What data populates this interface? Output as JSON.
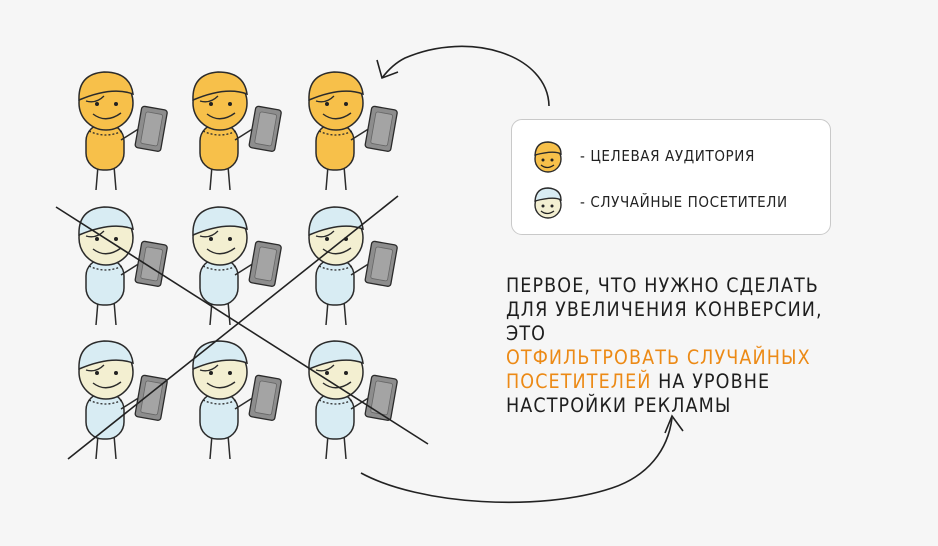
{
  "colors": {
    "target_fill": "#f7c04a",
    "random_fill": "#d8ecf3",
    "highlight": "#ec8a16",
    "ink": "#2b2b2b",
    "tablet": "#8d8d8d"
  },
  "people": [
    {
      "type": "target"
    },
    {
      "type": "target"
    },
    {
      "type": "target"
    },
    {
      "type": "random"
    },
    {
      "type": "random"
    },
    {
      "type": "random"
    },
    {
      "type": "random"
    },
    {
      "type": "random"
    },
    {
      "type": "random"
    }
  ],
  "legend": {
    "target_label": "- ЦЕЛЕВАЯ АУДИТОРИЯ",
    "random_label": "- СЛУЧАЙНЫЕ ПОСЕТИТЕЛИ"
  },
  "note": {
    "line1": "ПЕРВОЕ, ЧТО НУЖНО СДЕЛАТЬ",
    "line2": "ДЛЯ УВЕЛИЧЕНИЯ КОНВЕРСИИ, ЭТО",
    "line3_highlight": "ОТФИЛЬТРОВАТЬ СЛУЧАЙНЫХ",
    "line4_highlight": "ПОСЕТИТЕЛЕЙ",
    "line4_rest": " НА УРОВНЕ",
    "line5": "НАСТРОЙКИ РЕКЛАМЫ"
  }
}
